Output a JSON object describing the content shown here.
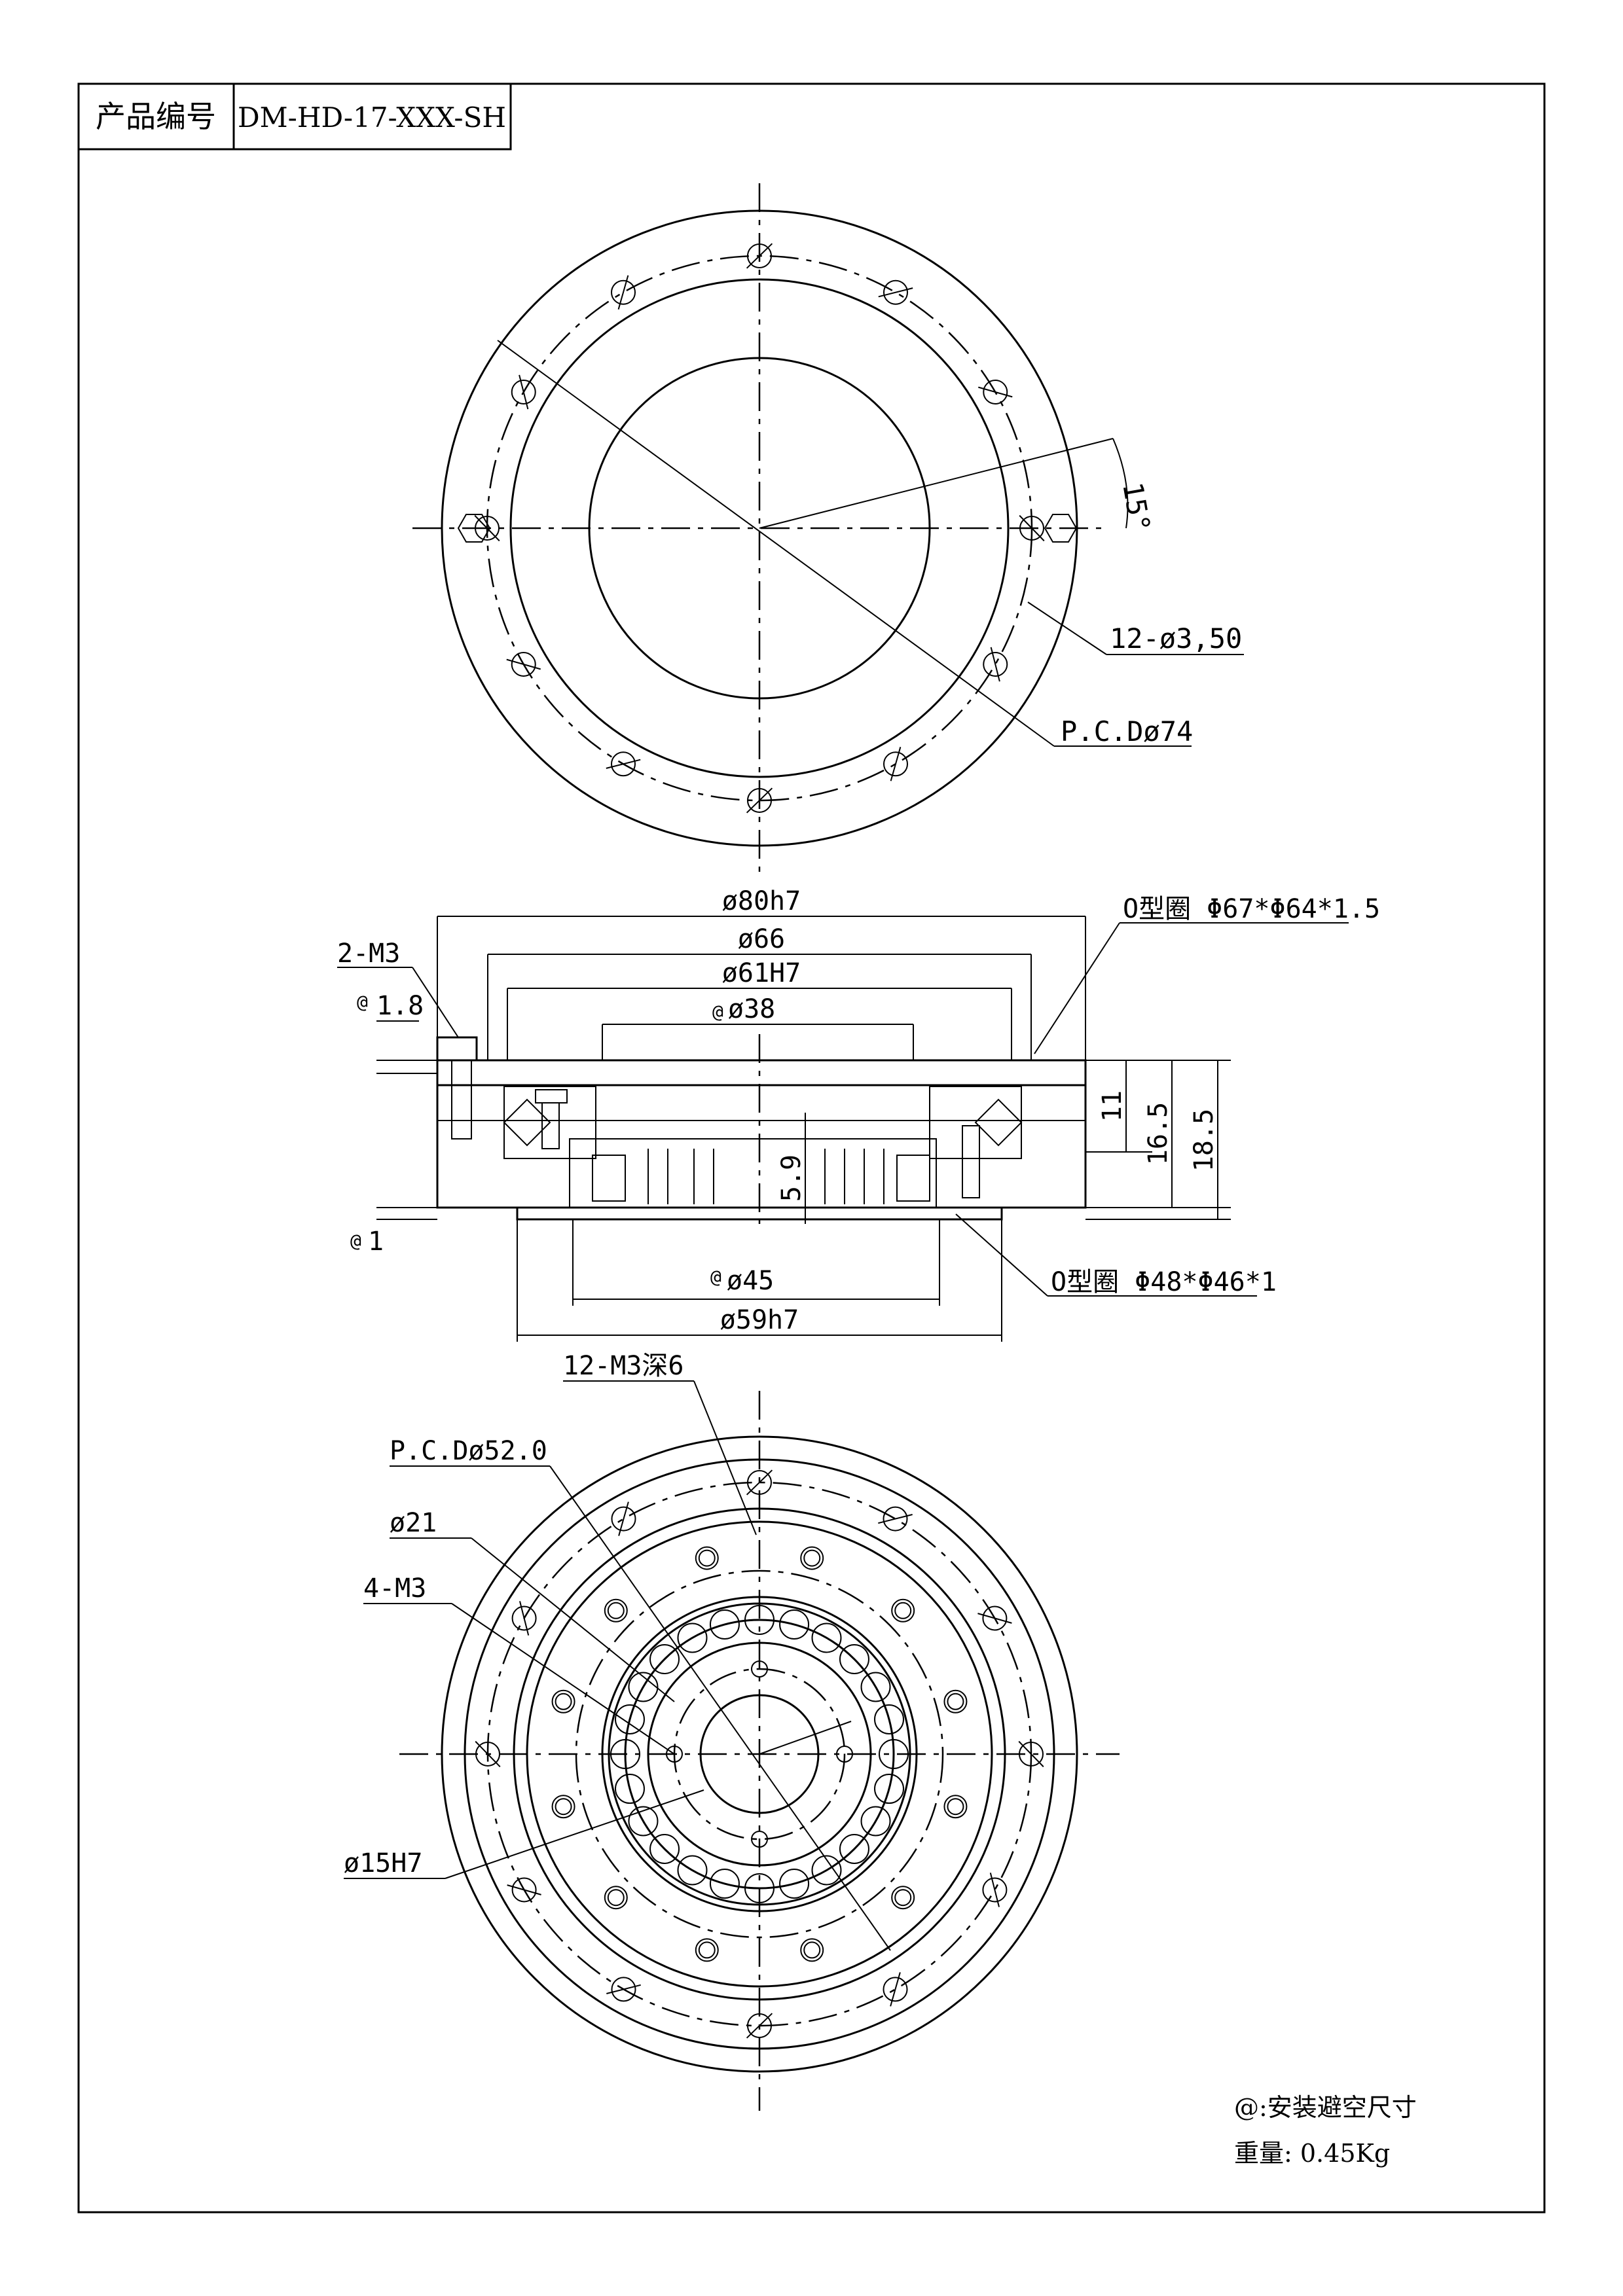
{
  "title_block": {
    "label": "产品编号",
    "product_code": "DM-HD-17-XXX-SH"
  },
  "top_view": {
    "angle": "15°",
    "holes_callout": "12-ø3,50",
    "pcd_callout": "P.C.Dø74"
  },
  "section_view": {
    "outer_dia": "ø80h7",
    "dia_66": "ø66",
    "dia_61": "ø61H7",
    "dia_38_prefix": "@",
    "dia_38": "ø38",
    "tap_callout": "2-M3",
    "depth_18_prefix": "@",
    "depth_18": "1.8",
    "depth_1_prefix": "@",
    "depth_1": "1",
    "height_11": "11",
    "height_165": "16.5",
    "height_185": "18.5",
    "height_59": "5.9",
    "oring_top": "O型圈 Φ67*Φ64*1.5",
    "oring_bottom": "O型圈 Φ48*Φ46*1",
    "dia_45_prefix": "@",
    "dia_45": "ø45",
    "dia_59": "ø59h7"
  },
  "bottom_view": {
    "tap_holes": "12-M3深6",
    "pcd": "P.C.Dø52.0",
    "dia_21": "ø21",
    "tap_4": "4-M3",
    "dia_15": "ø15H7"
  },
  "notes": {
    "clearance": "@:安装避空尺寸",
    "weight": "重量: 0.45Kg"
  }
}
